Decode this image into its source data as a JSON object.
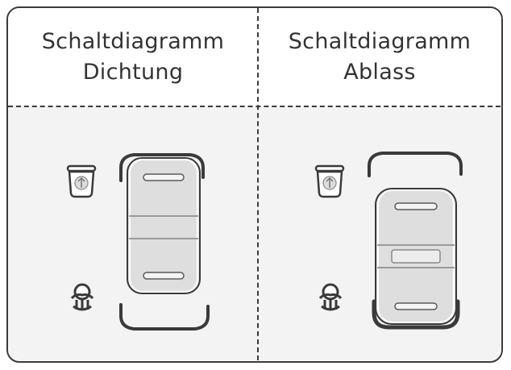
{
  "panels": [
    {
      "id": "dichtung",
      "title_line1": "Schaltdiagramm",
      "title_line2": "Dichtung",
      "lid_state": "closed"
    },
    {
      "id": "ablass",
      "title_line1": "Schaltdiagramm",
      "title_line2": "Ablass",
      "lid_state": "open"
    }
  ],
  "icons": {
    "top": "pressure-cooker-icon",
    "bottom": "lock-handle-icon"
  },
  "colors": {
    "border": "#3a3a3a",
    "panel_background": "#f3f3f3",
    "valve_fill": "#dedede",
    "text": "#333333"
  }
}
